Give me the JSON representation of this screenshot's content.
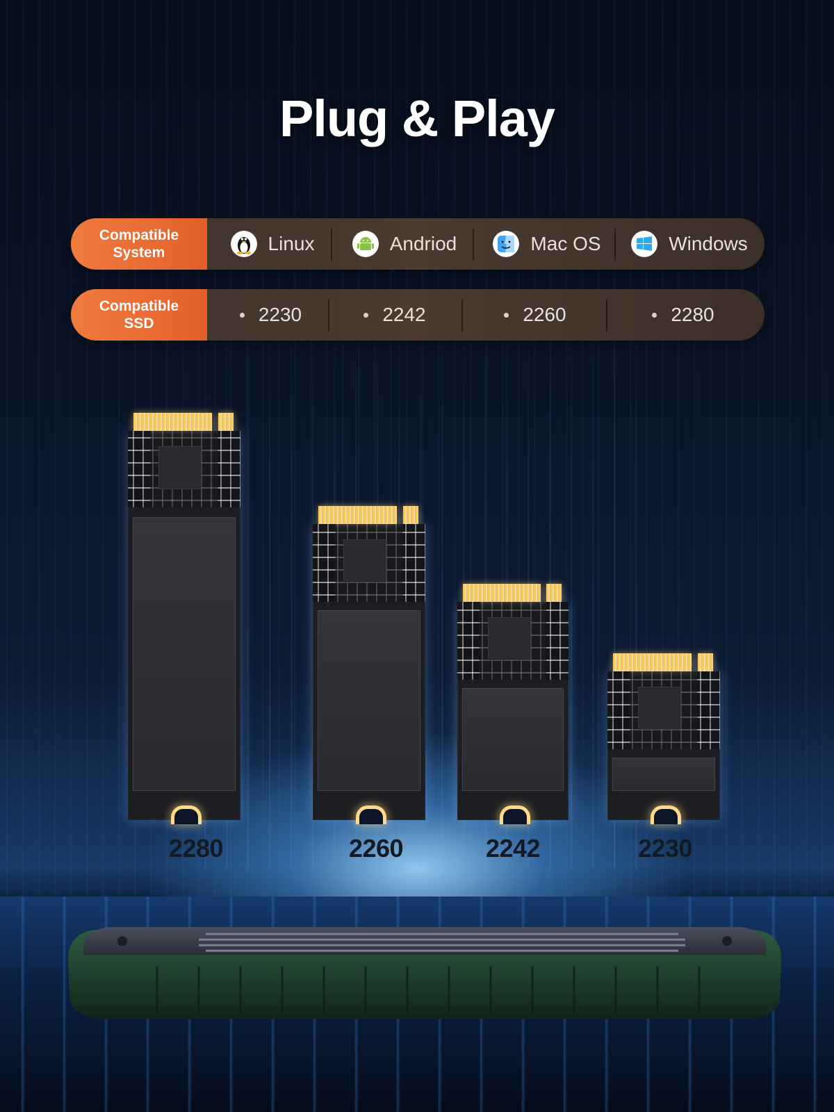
{
  "title": "Plug & Play",
  "compatible_system": {
    "label_line1": "Compatible",
    "label_line2": "System",
    "items": [
      {
        "name": "Linux",
        "icon": "linux-penguin-icon"
      },
      {
        "name": "Andriod",
        "icon": "android-icon"
      },
      {
        "name": "Mac OS",
        "icon": "mac-finder-icon"
      },
      {
        "name": "Windows",
        "icon": "windows-icon"
      }
    ]
  },
  "compatible_ssd": {
    "label_line1": "Compatible",
    "label_line2": "SSD",
    "items": [
      "2230",
      "2242",
      "2260",
      "2280"
    ]
  },
  "ssd_cards": [
    {
      "size": "2280"
    },
    {
      "size": "2260"
    },
    {
      "size": "2242"
    },
    {
      "size": "2230"
    }
  ],
  "colors": {
    "accent_orange": "#ec6c33",
    "bar_brown": "#43362e",
    "enclosure_green": "#1f3a2a",
    "gold_pins": "#f6c962"
  }
}
